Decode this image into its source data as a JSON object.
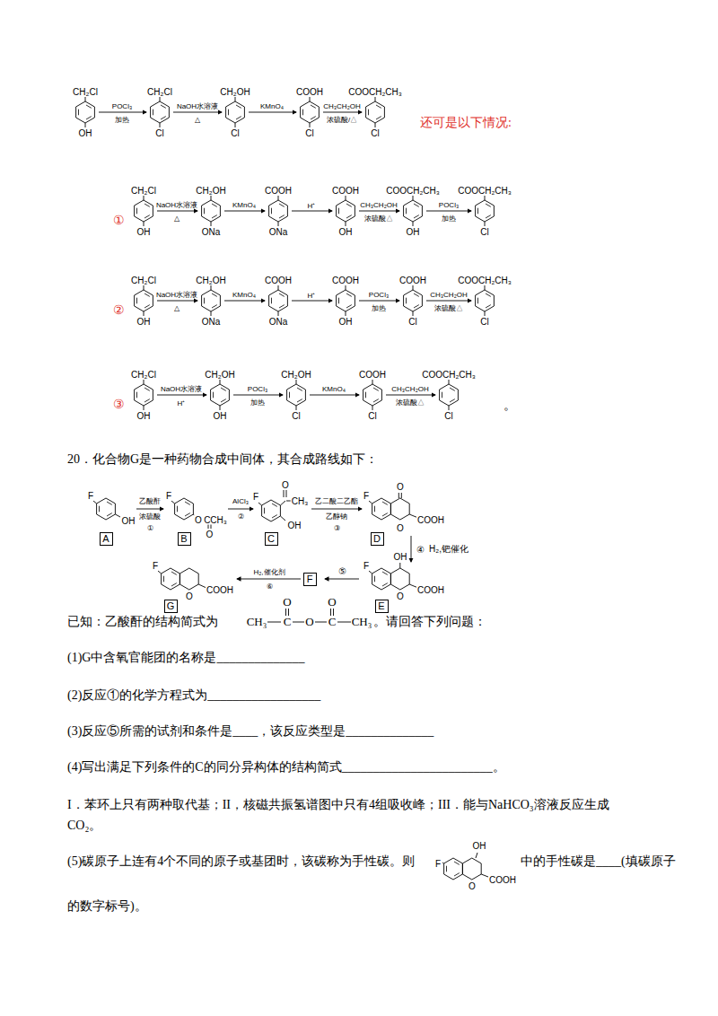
{
  "diagram": {
    "nodes": [
      {
        "text": [
          "A"
        ]
      },
      {
        "text": [
          "B"
        ]
      },
      {
        "text": [
          "C"
        ]
      },
      {
        "text": [
          "D"
        ]
      },
      {
        "text": [
          "G"
        ]
      },
      {
        "text": [
          "F"
        ]
      },
      {
        "text": [
          "E"
        ]
      }
    ],
    "labels": [
      "CH₂Cl",
      "OH",
      "POCl₃",
      "加热",
      "CH₂Cl",
      "Cl",
      "NaOH水溶液",
      "△",
      "CH₂OH",
      "Cl",
      "KMnO₄",
      "COOH",
      "Cl",
      "CH₃CH₂OH",
      "浓硫酸/△",
      "COOCH₂CH₃",
      "Cl",
      "还可是以下情况:",
      "①",
      "CH₂Cl",
      "OH",
      "NaOH水溶液",
      "△",
      "CH₂OH",
      "ONa",
      "KMnO₄",
      "COOH",
      "ONa",
      "H⁺",
      "COOH",
      "OH",
      "CH₃CH₂OH",
      "浓硫酸△",
      "COOCH₂CH₃",
      "OH",
      "POCl₃",
      "加热",
      "COOCH₂CH₃",
      "Cl",
      "②",
      "CH₂Cl",
      "OH",
      "NaOH水溶液",
      "△",
      "CH₂OH",
      "ONa",
      "KMnO₄",
      "COOH",
      "ONa",
      "H⁺",
      "COOH",
      "OH",
      "POCl₃",
      "加热",
      "COOH",
      "Cl",
      "CH₃CH₂OH",
      "浓硫酸△",
      "COOCH₂CH₃",
      "Cl",
      "③",
      "CH₂Cl",
      "OH",
      "NaOH水溶液",
      "H⁺",
      "CH₂OH",
      "OH",
      "POCl₃",
      "加热",
      "CH₂OH",
      "Cl",
      "KMnO₄",
      "COOH",
      "Cl",
      "CH₃CH₂OH",
      "浓硫酸△",
      "COOCH₂CH₃",
      "Cl",
      "。",
      "20．化合物G是一种药物合成中间体，其合成路线如下：",
      "F",
      "OH",
      "乙酸酐",
      "浓硫酸",
      "①",
      "F",
      "O",
      "CCH₃",
      "O",
      "AlCl₃",
      "②",
      "F",
      "O",
      "CH₃",
      "OH",
      "乙二酸二乙酯",
      "乙醇钠",
      "③",
      "F",
      "O",
      "O",
      "COOH",
      "④",
      "H₂,钯催化",
      "F",
      "OH",
      "O",
      "COOH",
      "⑤",
      "H₂,催化剂",
      "⑥",
      "F",
      "O",
      "COOH",
      "已知：乙酸酐的结构简式为",
      "O",
      "O",
      "CH₃",
      "C",
      "O",
      "C",
      "CH₃",
      "。请回答下列问题：",
      "(1)G中含氧官能团的名称是______________",
      "(2)反应①的化学方程式为__________________",
      "(3)反应⑤所需的试剂和条件是____，该反应类型是______________",
      "(4)写出满足下列条件的C的同分异构体的结构简式________________________。",
      "I．苯环上只有两种取代基；II，核磁共振氢谱图中只有4组吸收峰；III．能与NaHCO₃溶液反应生成",
      "CO₂。",
      "(5)碳原子上连有4个不同的原子或基团时，该碳称为手性碳。则",
      "OH",
      "F",
      "O",
      "COOH",
      "中的手性碳是____(填碳原子",
      "的数字标号)。"
    ]
  }
}
